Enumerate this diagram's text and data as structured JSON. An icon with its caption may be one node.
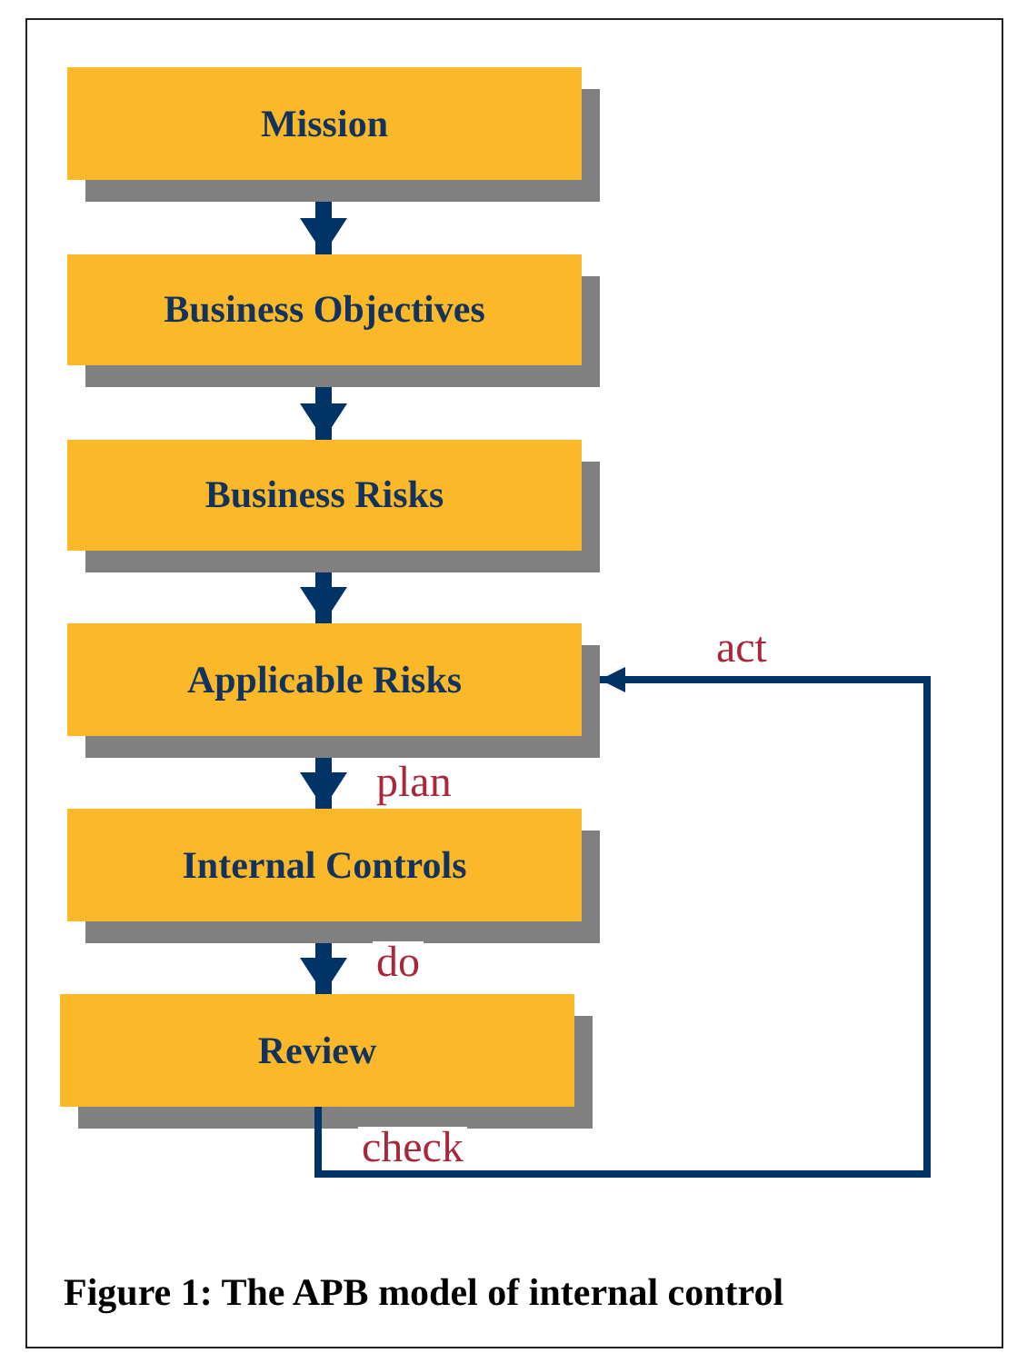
{
  "diagram": {
    "caption": "Figure 1: The APB model of internal control",
    "nodes": [
      {
        "text": [
          "Mission"
        ]
      },
      {
        "text": [
          "Business Objectives"
        ]
      },
      {
        "text": [
          "Business Risks"
        ]
      },
      {
        "text": [
          "Applicable Risks"
        ]
      },
      {
        "text": [
          "Internal Controls"
        ]
      },
      {
        "text": [
          "Review"
        ]
      }
    ],
    "edges": [
      {
        "from": 0,
        "to": 1,
        "arrow": "to"
      },
      {
        "from": 1,
        "to": 2,
        "arrow": "to"
      },
      {
        "from": 2,
        "to": 3,
        "arrow": "to"
      },
      {
        "from": 3,
        "to": 4,
        "arrow": "to",
        "label": "plan"
      },
      {
        "from": 4,
        "to": 5,
        "arrow": "to",
        "label": "do"
      },
      {
        "from": 5,
        "to": 3,
        "arrow": "to",
        "label": "act"
      }
    ],
    "labels": [
      "check"
    ]
  }
}
